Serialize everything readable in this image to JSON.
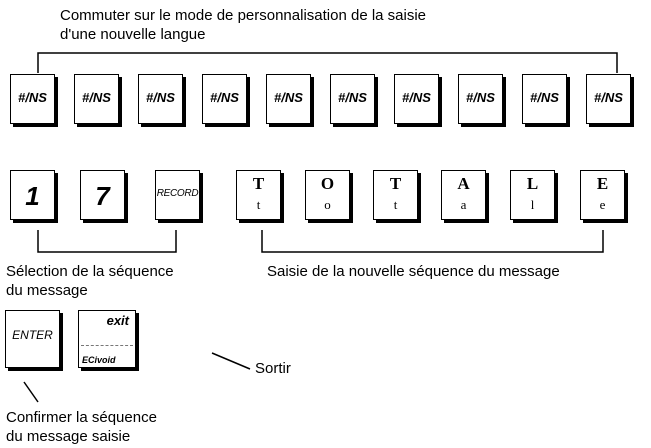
{
  "captions": {
    "top_line1": "Commuter sur le mode de personnalisation de la saisie",
    "top_line2": "d'une nouvelle langue",
    "select_line1": "Sélection de la séquence",
    "select_line2": "du message",
    "new_sequence": "Saisie de la nouvelle séquence du message",
    "confirm_line1": "Confirmer la séquence",
    "confirm_line2": "du message saisie",
    "exit": "Sortir"
  },
  "ns_keys": [
    "#/NS",
    "#/NS",
    "#/NS",
    "#/NS",
    "#/NS",
    "#/NS",
    "#/NS",
    "#/NS",
    "#/NS",
    "#/NS"
  ],
  "number_keys": [
    "1",
    "7"
  ],
  "record_key": "RECORD",
  "letter_keys": [
    {
      "upper": "T",
      "lower": "t"
    },
    {
      "upper": "O",
      "lower": "o"
    },
    {
      "upper": "T",
      "lower": "t"
    },
    {
      "upper": "A",
      "lower": "a"
    },
    {
      "upper": "L",
      "lower": "l"
    },
    {
      "upper": "E",
      "lower": "e"
    }
  ],
  "enter_key": "ENTER",
  "exit_key": {
    "top": "exit",
    "bottom": "ECivoid"
  }
}
